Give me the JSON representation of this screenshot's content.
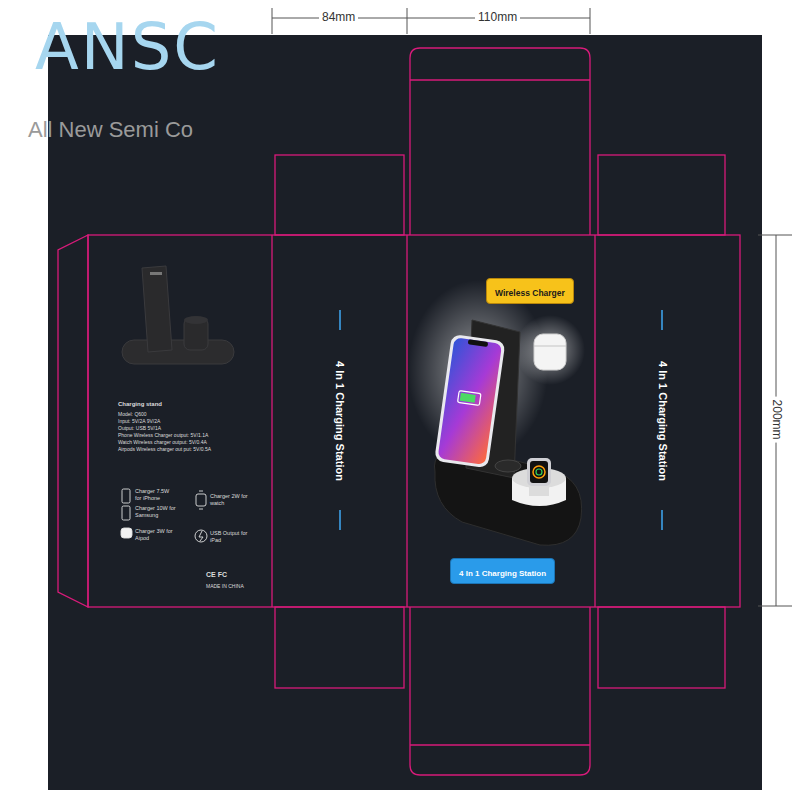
{
  "diagram": {
    "nodes": [
      {
        "text": [
          "Charging stand",
          "Model: Q600",
          "Input: 5V/2A 9V/2A",
          "Output: USB 5V/1A",
          "Phone Wireless Charger output: 5V/1.1A",
          "Watch Wireless charger output: 5V/0.4A",
          "Airpods Wireless charger out put: 5V/0.5A",
          "Charger 7.5W for iPhone",
          "Charger 10W for Samsung",
          "Charger 2W for watch",
          "Charger 3W for Aipod",
          "USB Output for iPad",
          "CE FC",
          "MADE IN CHINA"
        ]
      },
      {
        "text": [
          "4 In 1 Charging Station"
        ]
      },
      {
        "text": [
          "Wireless Charger"
        ]
      },
      {
        "text": [
          "4 In 1 Charging Station"
        ]
      },
      {
        "text": [
          "4 In 1 Charging Station"
        ]
      }
    ],
    "labels": [
      "ANSC",
      "All New Semi Co",
      "84mm",
      "110mm",
      "200mm"
    ]
  }
}
